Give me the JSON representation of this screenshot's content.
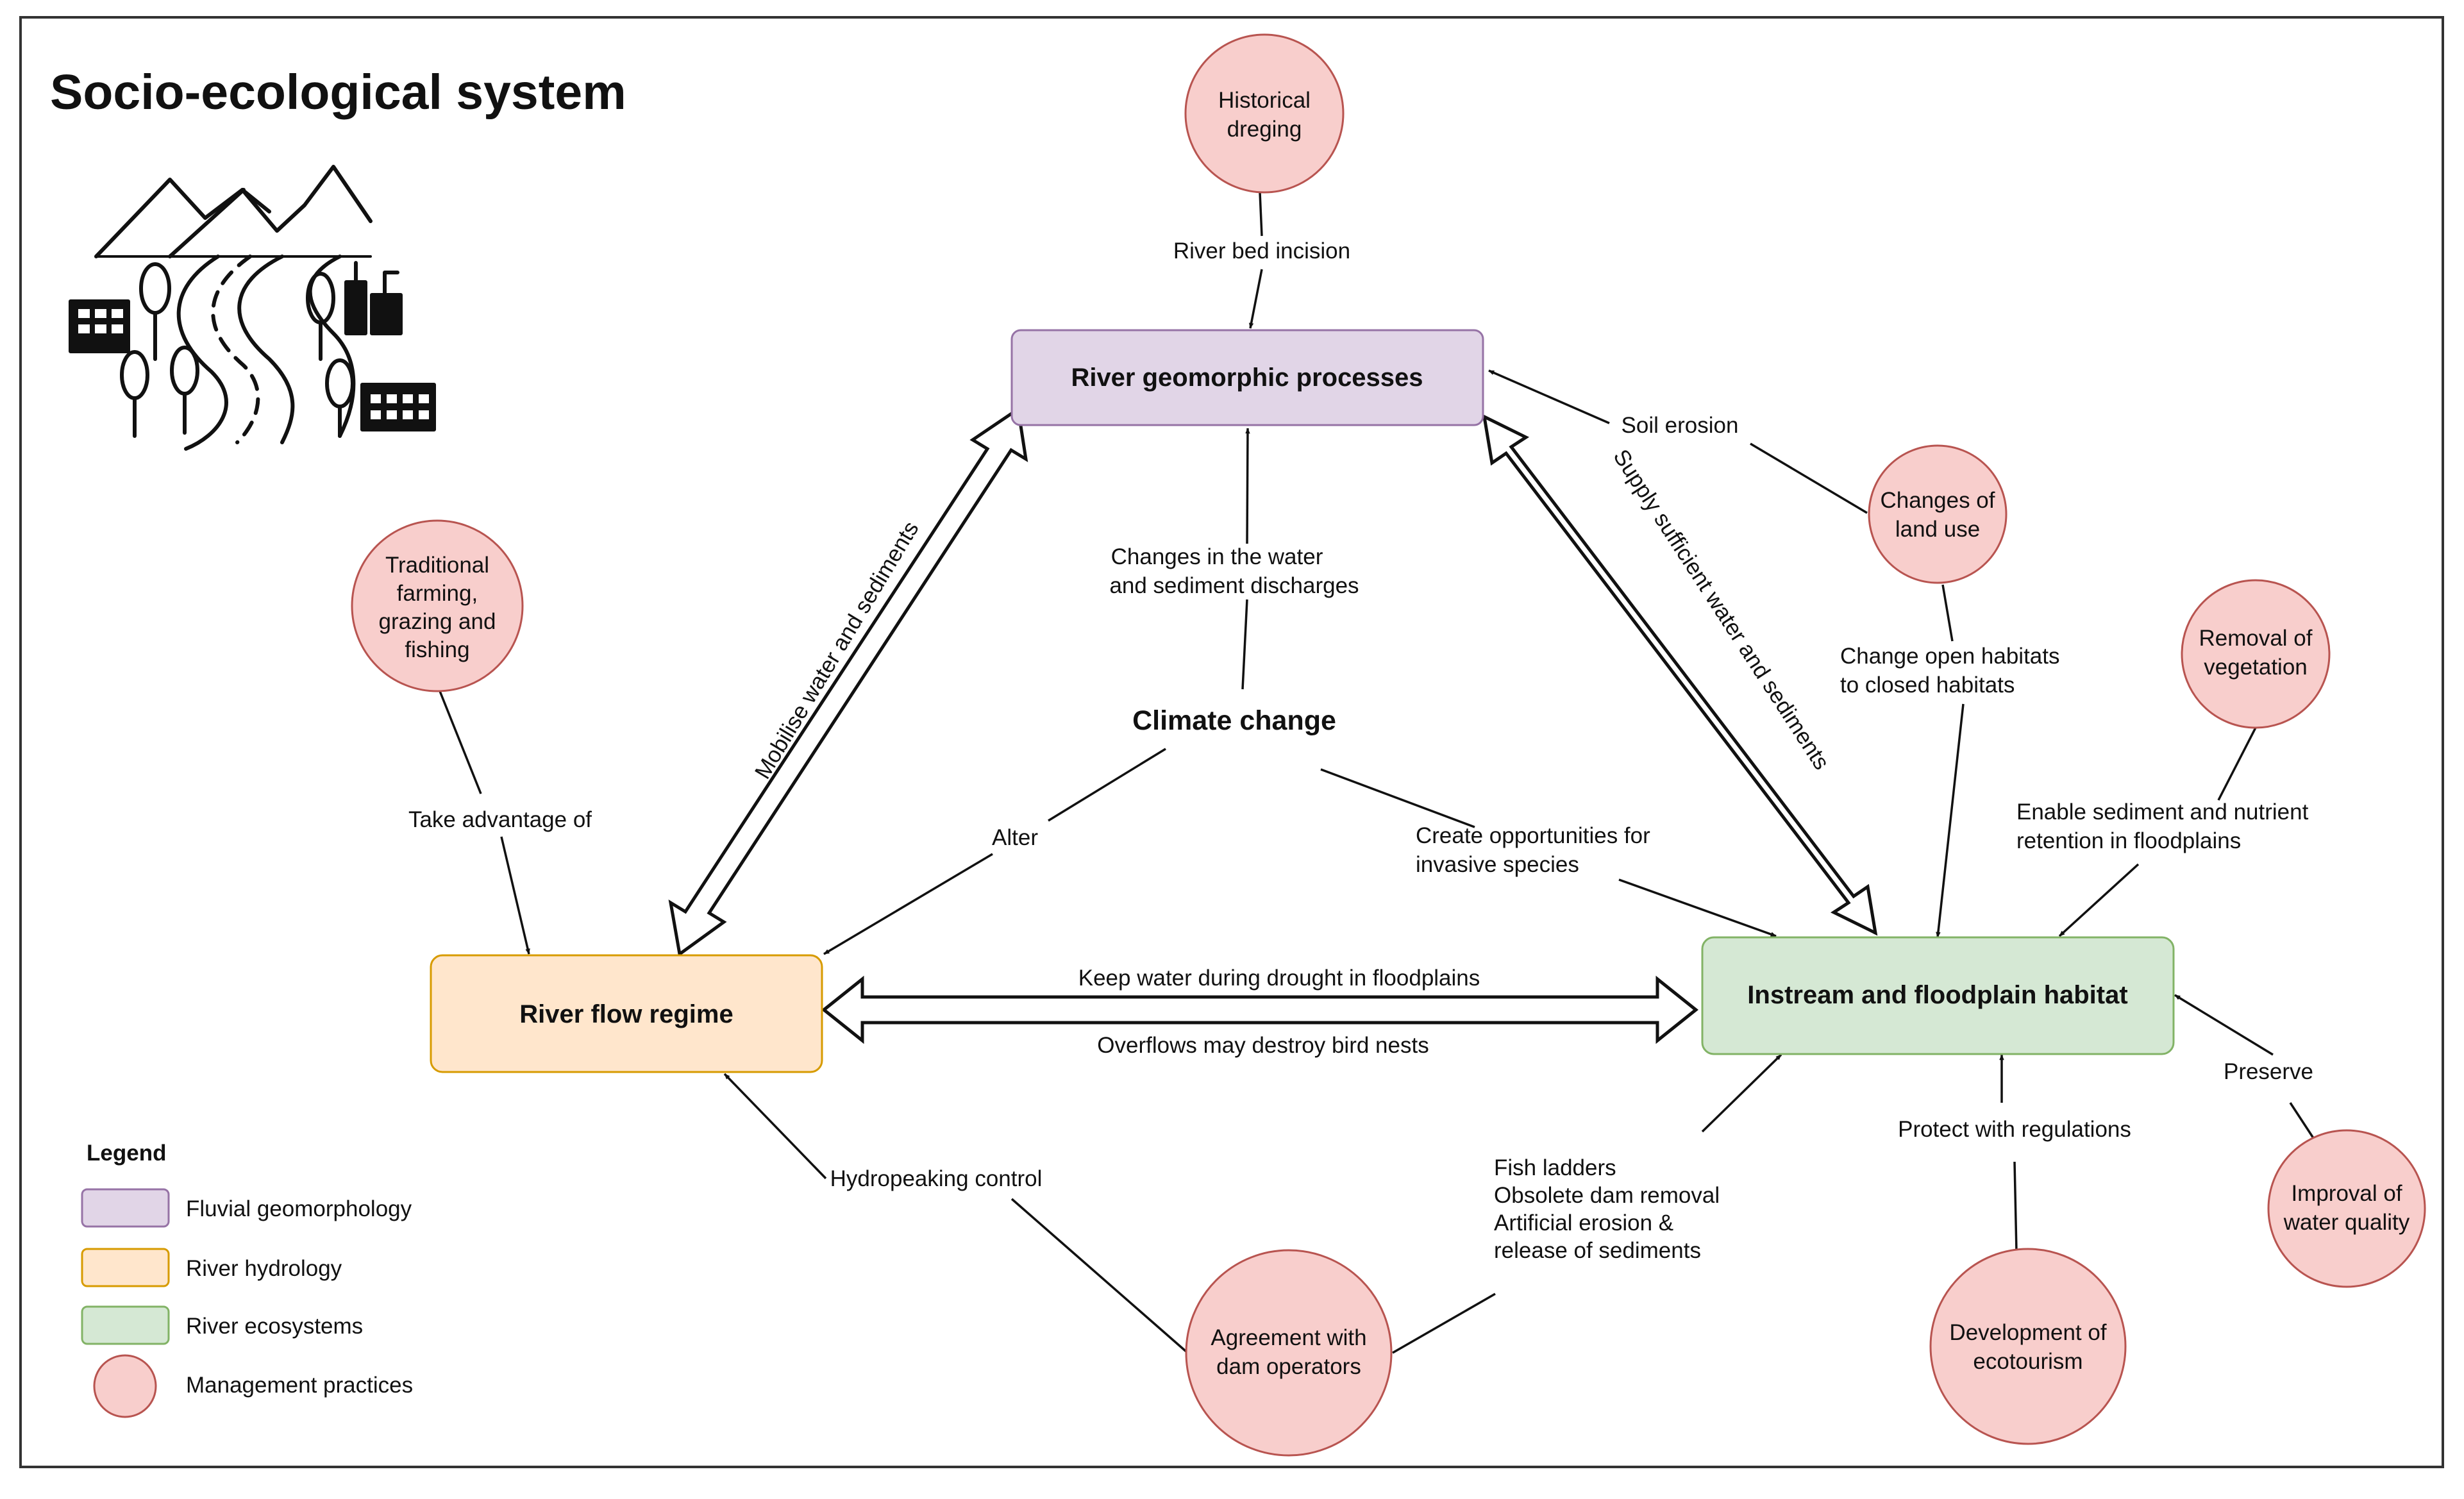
{
  "title": "Socio-ecological system",
  "colors": {
    "geomorphology_fill": "#e1d5e7",
    "geomorphology_stroke": "#9673a6",
    "hydrology_fill": "#ffe6cc",
    "hydrology_stroke": "#d79b00",
    "ecosystem_fill": "#d5e8d4",
    "ecosystem_stroke": "#82b366",
    "practice_fill": "#f8cecc",
    "practice_stroke": "#b85450"
  },
  "boxes": {
    "geomorphic": "River geomorphic processes",
    "flow": "River flow regime",
    "habitat": "Instream and floodplain habitat"
  },
  "center": {
    "climate": "Climate change"
  },
  "practices": {
    "dredging": [
      "Historical",
      "dreging"
    ],
    "farming": [
      "Traditional",
      "farming,",
      "grazing and",
      "fishing"
    ],
    "landuse": [
      "Changes of",
      "land use"
    ],
    "vegetation": [
      "Removal of",
      "vegetation"
    ],
    "dam": [
      "Agreement with",
      "dam operators"
    ],
    "ecotourism": [
      "Development of",
      "ecotourism"
    ],
    "water_quality": [
      "Improval of",
      "water quality"
    ]
  },
  "labels": {
    "river_bed": "River bed incision",
    "soil_erosion": "Soil erosion",
    "water_sed_1": "Changes in the water",
    "water_sed_2": "and sediment discharges",
    "take_adv": "Take advantage of",
    "alter": "Alter",
    "invasive_1": "Create opportunities for",
    "invasive_2": "invasive species",
    "mobilise": "Mobilise water and sediments",
    "supply": "Supply sufficient water and sediments",
    "open_closed_1": "Change open habitats",
    "open_closed_2": "to closed habitats",
    "retention_1": "Enable sediment and nutrient",
    "retention_2": "retention in floodplains",
    "keep_water": "Keep water during drought in floodplains",
    "overflows": "Overflows may destroy bird nests",
    "preserve": "Preserve",
    "protect": "Protect with regulations",
    "hydropeaking": "Hydropeaking control",
    "fish_1": "Fish ladders",
    "fish_2": "Obsolete dam removal",
    "fish_3": "Artificial erosion &",
    "fish_4": "release of sediments"
  },
  "legend": {
    "title": "Legend",
    "items": [
      "Fluvial geomorphology",
      "River hydrology",
      "River ecosystems",
      "Management practices"
    ]
  },
  "illustration_icon": "landscape-river-city-icon"
}
